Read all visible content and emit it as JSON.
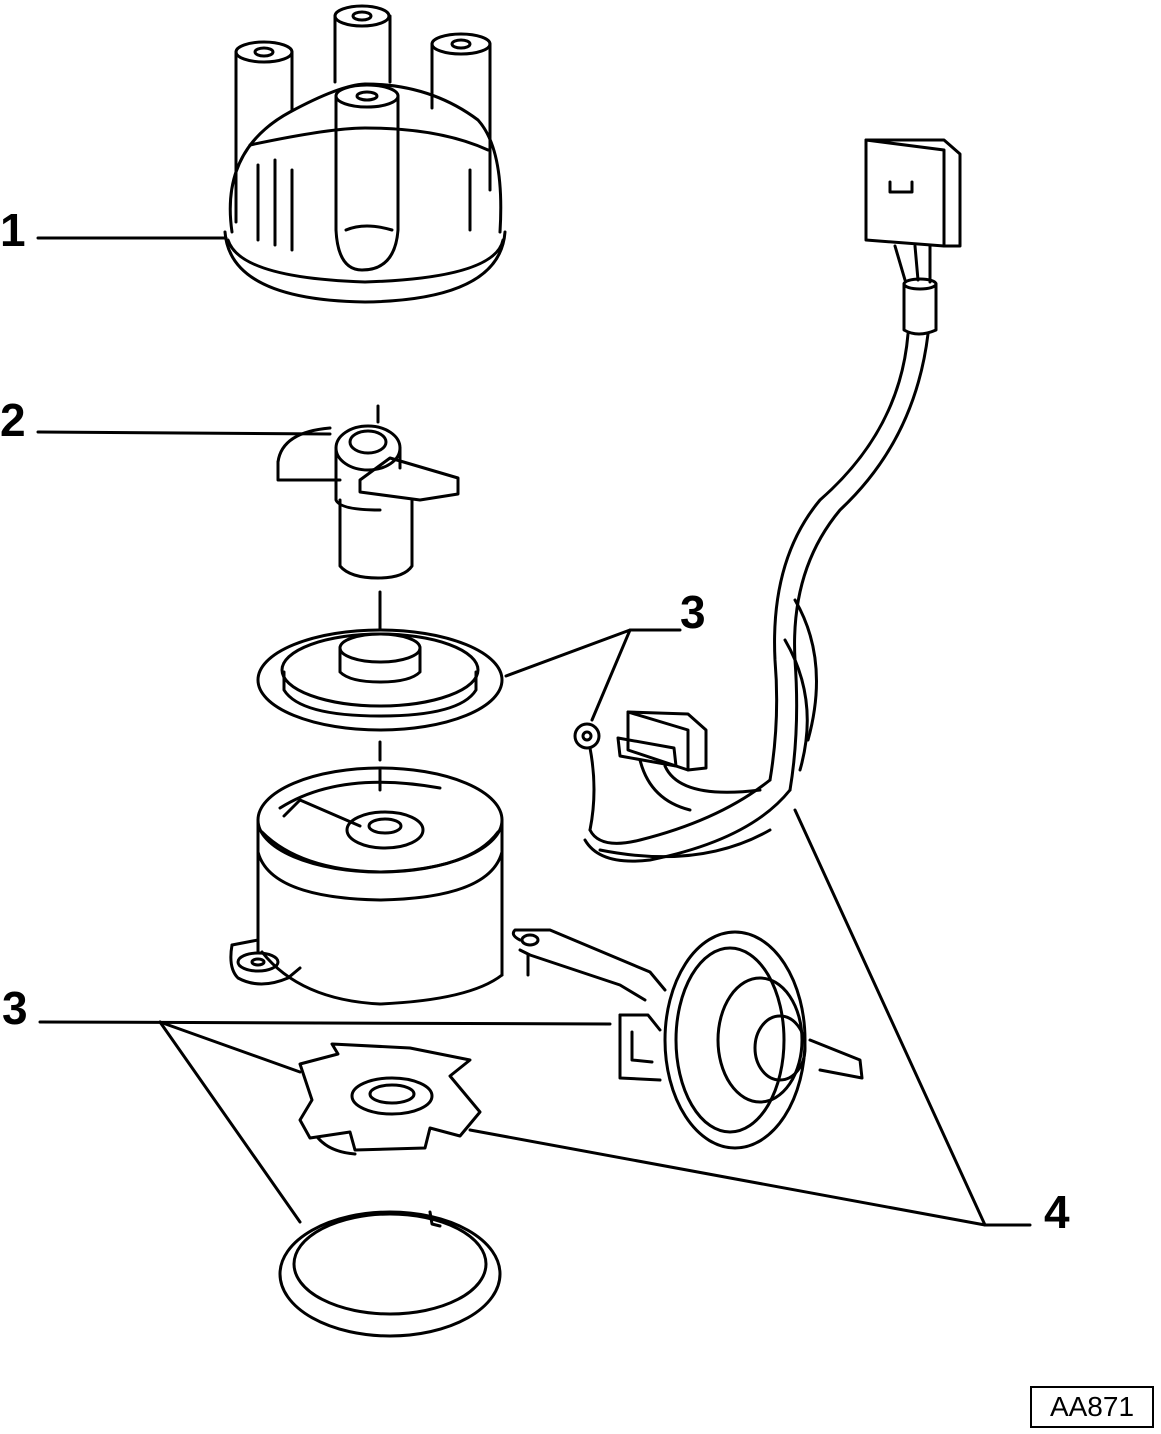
{
  "callouts": {
    "c1": "1",
    "c2": "2",
    "c3_upper": "3",
    "c3_lower": "3",
    "c4": "4"
  },
  "reference_code": "AA871",
  "colors": {
    "ink": "#000000",
    "paper": "#ffffff"
  }
}
